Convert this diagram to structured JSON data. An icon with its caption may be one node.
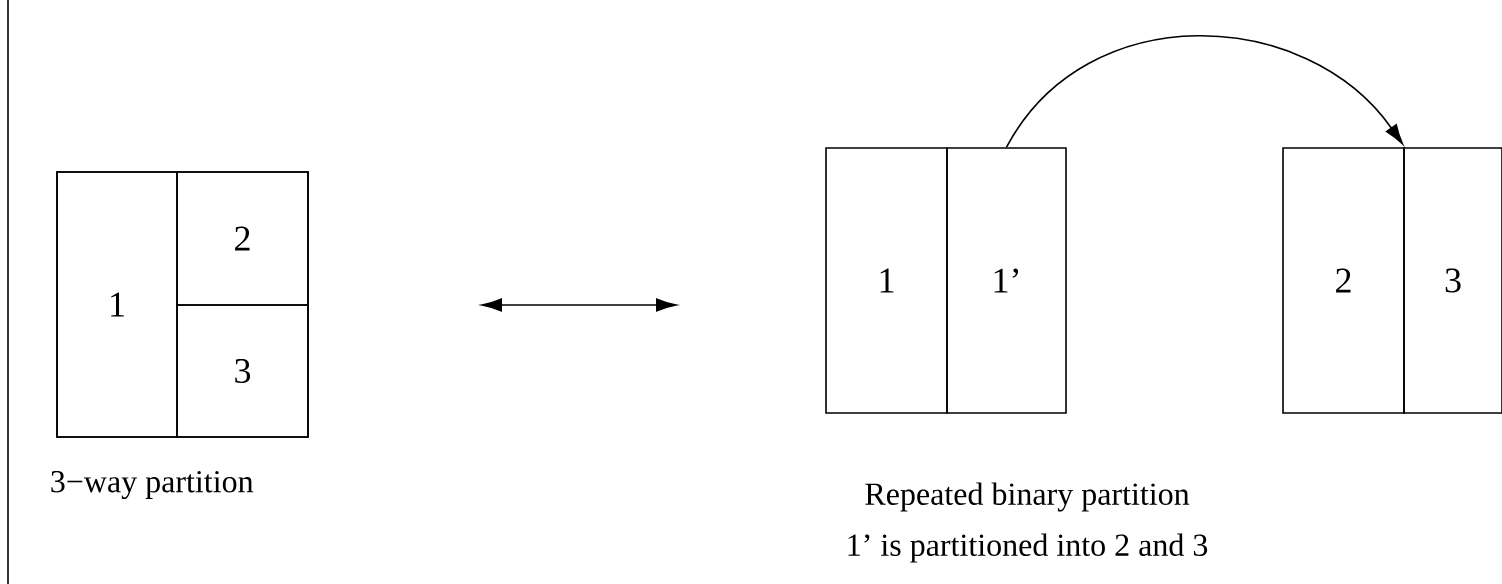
{
  "diagram": {
    "nodes": [
      {
        "text": [],
        "shape": "box"
      },
      {
        "text": [
          "1"
        ],
        "in": 0
      },
      {
        "text": [
          "2"
        ],
        "in": 0
      },
      {
        "text": [
          "3"
        ],
        "in": 0
      },
      {
        "text": [
          "1"
        ]
      },
      {
        "text": [
          "1’"
        ]
      },
      {
        "text": [
          "2"
        ]
      },
      {
        "text": [
          "3"
        ]
      }
    ],
    "edges": [
      {
        "from": 5,
        "to": 6,
        "arrow": "to"
      }
    ],
    "labels": [
      "3−way partition",
      "Repeated binary partition",
      "1’ is partitioned into 2 and 3"
    ]
  }
}
